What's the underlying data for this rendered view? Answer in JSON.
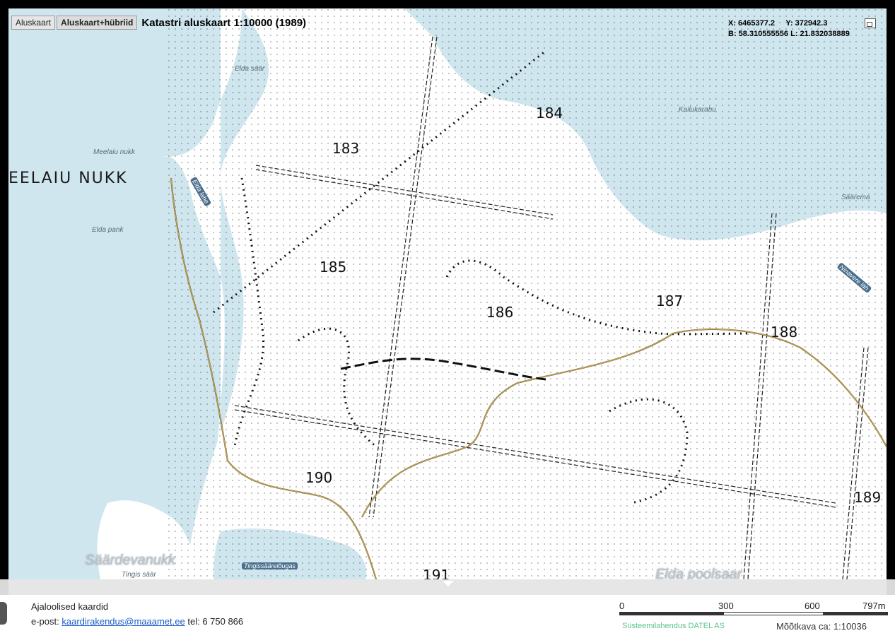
{
  "map": {
    "buttons": [
      {
        "label": "Aluskaart",
        "active": false
      },
      {
        "label": "Aluskaart+hübriid",
        "active": true
      }
    ],
    "title": "Katastri aluskaart 1:10000 (1989)",
    "coords": {
      "x": "X: 6465377.2",
      "y": "Y: 372942.3",
      "b": "B: 58.310555556",
      "l": "L: 21.832038889"
    },
    "places": {
      "elda_saar": "Elda säär",
      "kailukarahu": "Kailukarahu",
      "meelaiu_nukk_small": "Meelaiu nukk",
      "meelaiu_nukk_big": "EELAIU  NUKK",
      "saaremaa": "Säärema",
      "elda_pank": "Elda pank",
      "saardevanukk": "Säärdevanukk",
      "elda_poolsaar": "Elda poolsaar",
      "tingis": "Tingis säär"
    },
    "water_labels": {
      "elda_lahe": "Elda lahe",
      "ninavere": "Ninavere läh",
      "tingissaarelougas": "Tingissäärelõugas"
    },
    "parcels": [
      "183",
      "184",
      "185",
      "186",
      "187",
      "188",
      "189",
      "190",
      "191"
    ],
    "colors": {
      "water": "#cfe6ee",
      "land": "#ffffff",
      "road": "#c9a44a",
      "symbols": "#111111"
    }
  },
  "footer": {
    "title": "Ajaloolised kaardid",
    "contact_prefix": "e-post:",
    "email": "kaardirakendus@maaamet.ee",
    "phone": "tel: 6 750 866",
    "scale_labels": [
      "0",
      "300",
      "600",
      "797m"
    ],
    "datel": "Süsteemilahendus DATEL AS",
    "scale_text": "Mõõtkava ca: 1:10036"
  }
}
